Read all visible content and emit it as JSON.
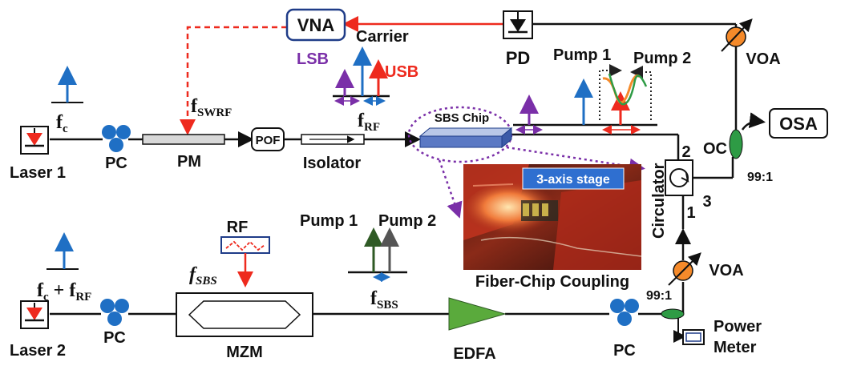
{
  "labels": {
    "vna": "VNA",
    "pd": "PD",
    "voa_top": "VOA",
    "voa_bottom": "VOA",
    "osa": "OSA",
    "oc": "OC",
    "ratio_top": "99:1",
    "ratio_bottom": "99:1",
    "carrier": "Carrier",
    "lsb": "LSB",
    "usb": "USB",
    "pump1_top": "Pump 1",
    "pump2_top": "Pump 2",
    "pump1_bottom": "Pump 1",
    "pump2_bottom": "Pump 2",
    "f_swrf_main": "f",
    "f_swrf_sub": "SWRF",
    "f_rf_main": "f",
    "f_rf_sub": "RF",
    "f_c_main": "f",
    "f_c_sub": "c",
    "f_c_rf_main": "f",
    "f_c_rf_sub": "c",
    "f_c_rf_plus": " + f",
    "f_c_rf_sub2": "RF",
    "f_sbs_main": "f",
    "f_sbs_sub": "SBS",
    "f_sbs_italic_main": "f",
    "f_sbs_italic_sub": "SBS",
    "laser1": "Laser 1",
    "laser2": "Laser 2",
    "pc1": "PC",
    "pc2": "PC",
    "pc3": "PC",
    "pm": "PM",
    "pof": "POF",
    "isolator": "Isolator",
    "sbs_chip": "SBS Chip",
    "stage_label": "3-axis stage",
    "coupling_caption": "Fiber-Chip Coupling",
    "circulator": "Circulator",
    "port1": "1",
    "port2": "2",
    "port3": "3",
    "rf": "RF",
    "mzm": "MZM",
    "edfa": "EDFA",
    "power_meter_line1": "Power",
    "power_meter_line2": "Meter"
  },
  "colors": {
    "blue": "#1f6fc4",
    "red": "#ee2a1e",
    "purple": "#7a2fa8",
    "green": "#2e9b45",
    "dark_green": "#2f5a25",
    "grey": "#555555",
    "orange": "#f58a2a",
    "navy": "#1f3c88",
    "edfa": "#5aaa3c"
  }
}
